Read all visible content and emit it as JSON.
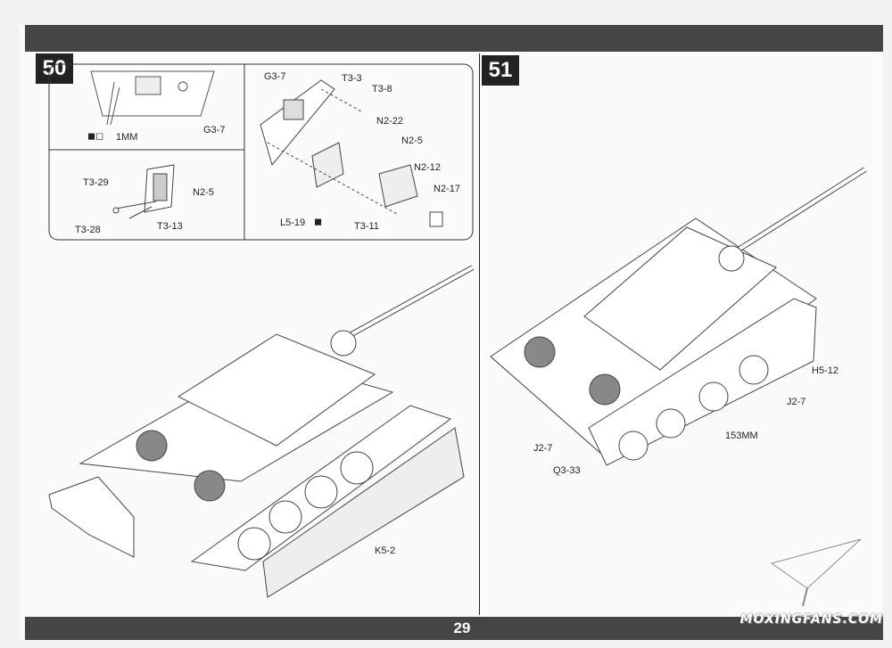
{
  "header": {},
  "footer": {
    "page_number": "29"
  },
  "steps": [
    {
      "number": "50",
      "labels": {
        "g3_7_a": "G3-7",
        "one_mm": "1MM",
        "t3_29": "T3-29",
        "n2_5_a": "N2-5",
        "t3_28": "T3-28",
        "t3_13": "T3-13",
        "g3_7_b": "G3-7",
        "t3_3": "T3-3",
        "t3_8": "T3-8",
        "n2_22": "N2-22",
        "n2_5_b": "N2-5",
        "n2_12": "N2-12",
        "n2_17": "N2-17",
        "l5_19": "L5-19",
        "t3_11": "T3-11",
        "k5_2": "K5-2"
      }
    },
    {
      "number": "51",
      "labels": {
        "h5_12": "H5-12",
        "j2_7_a": "J2-7",
        "mm153": "153MM",
        "j2_7_b": "J2-7",
        "q3_33": "Q3-33"
      }
    }
  ],
  "watermark": {
    "text": "MOXINGFANS.COM",
    "icon": "paper-plane-icon"
  },
  "icons": {
    "drill": "drill-hole-icon",
    "glue": "glue-icon"
  }
}
